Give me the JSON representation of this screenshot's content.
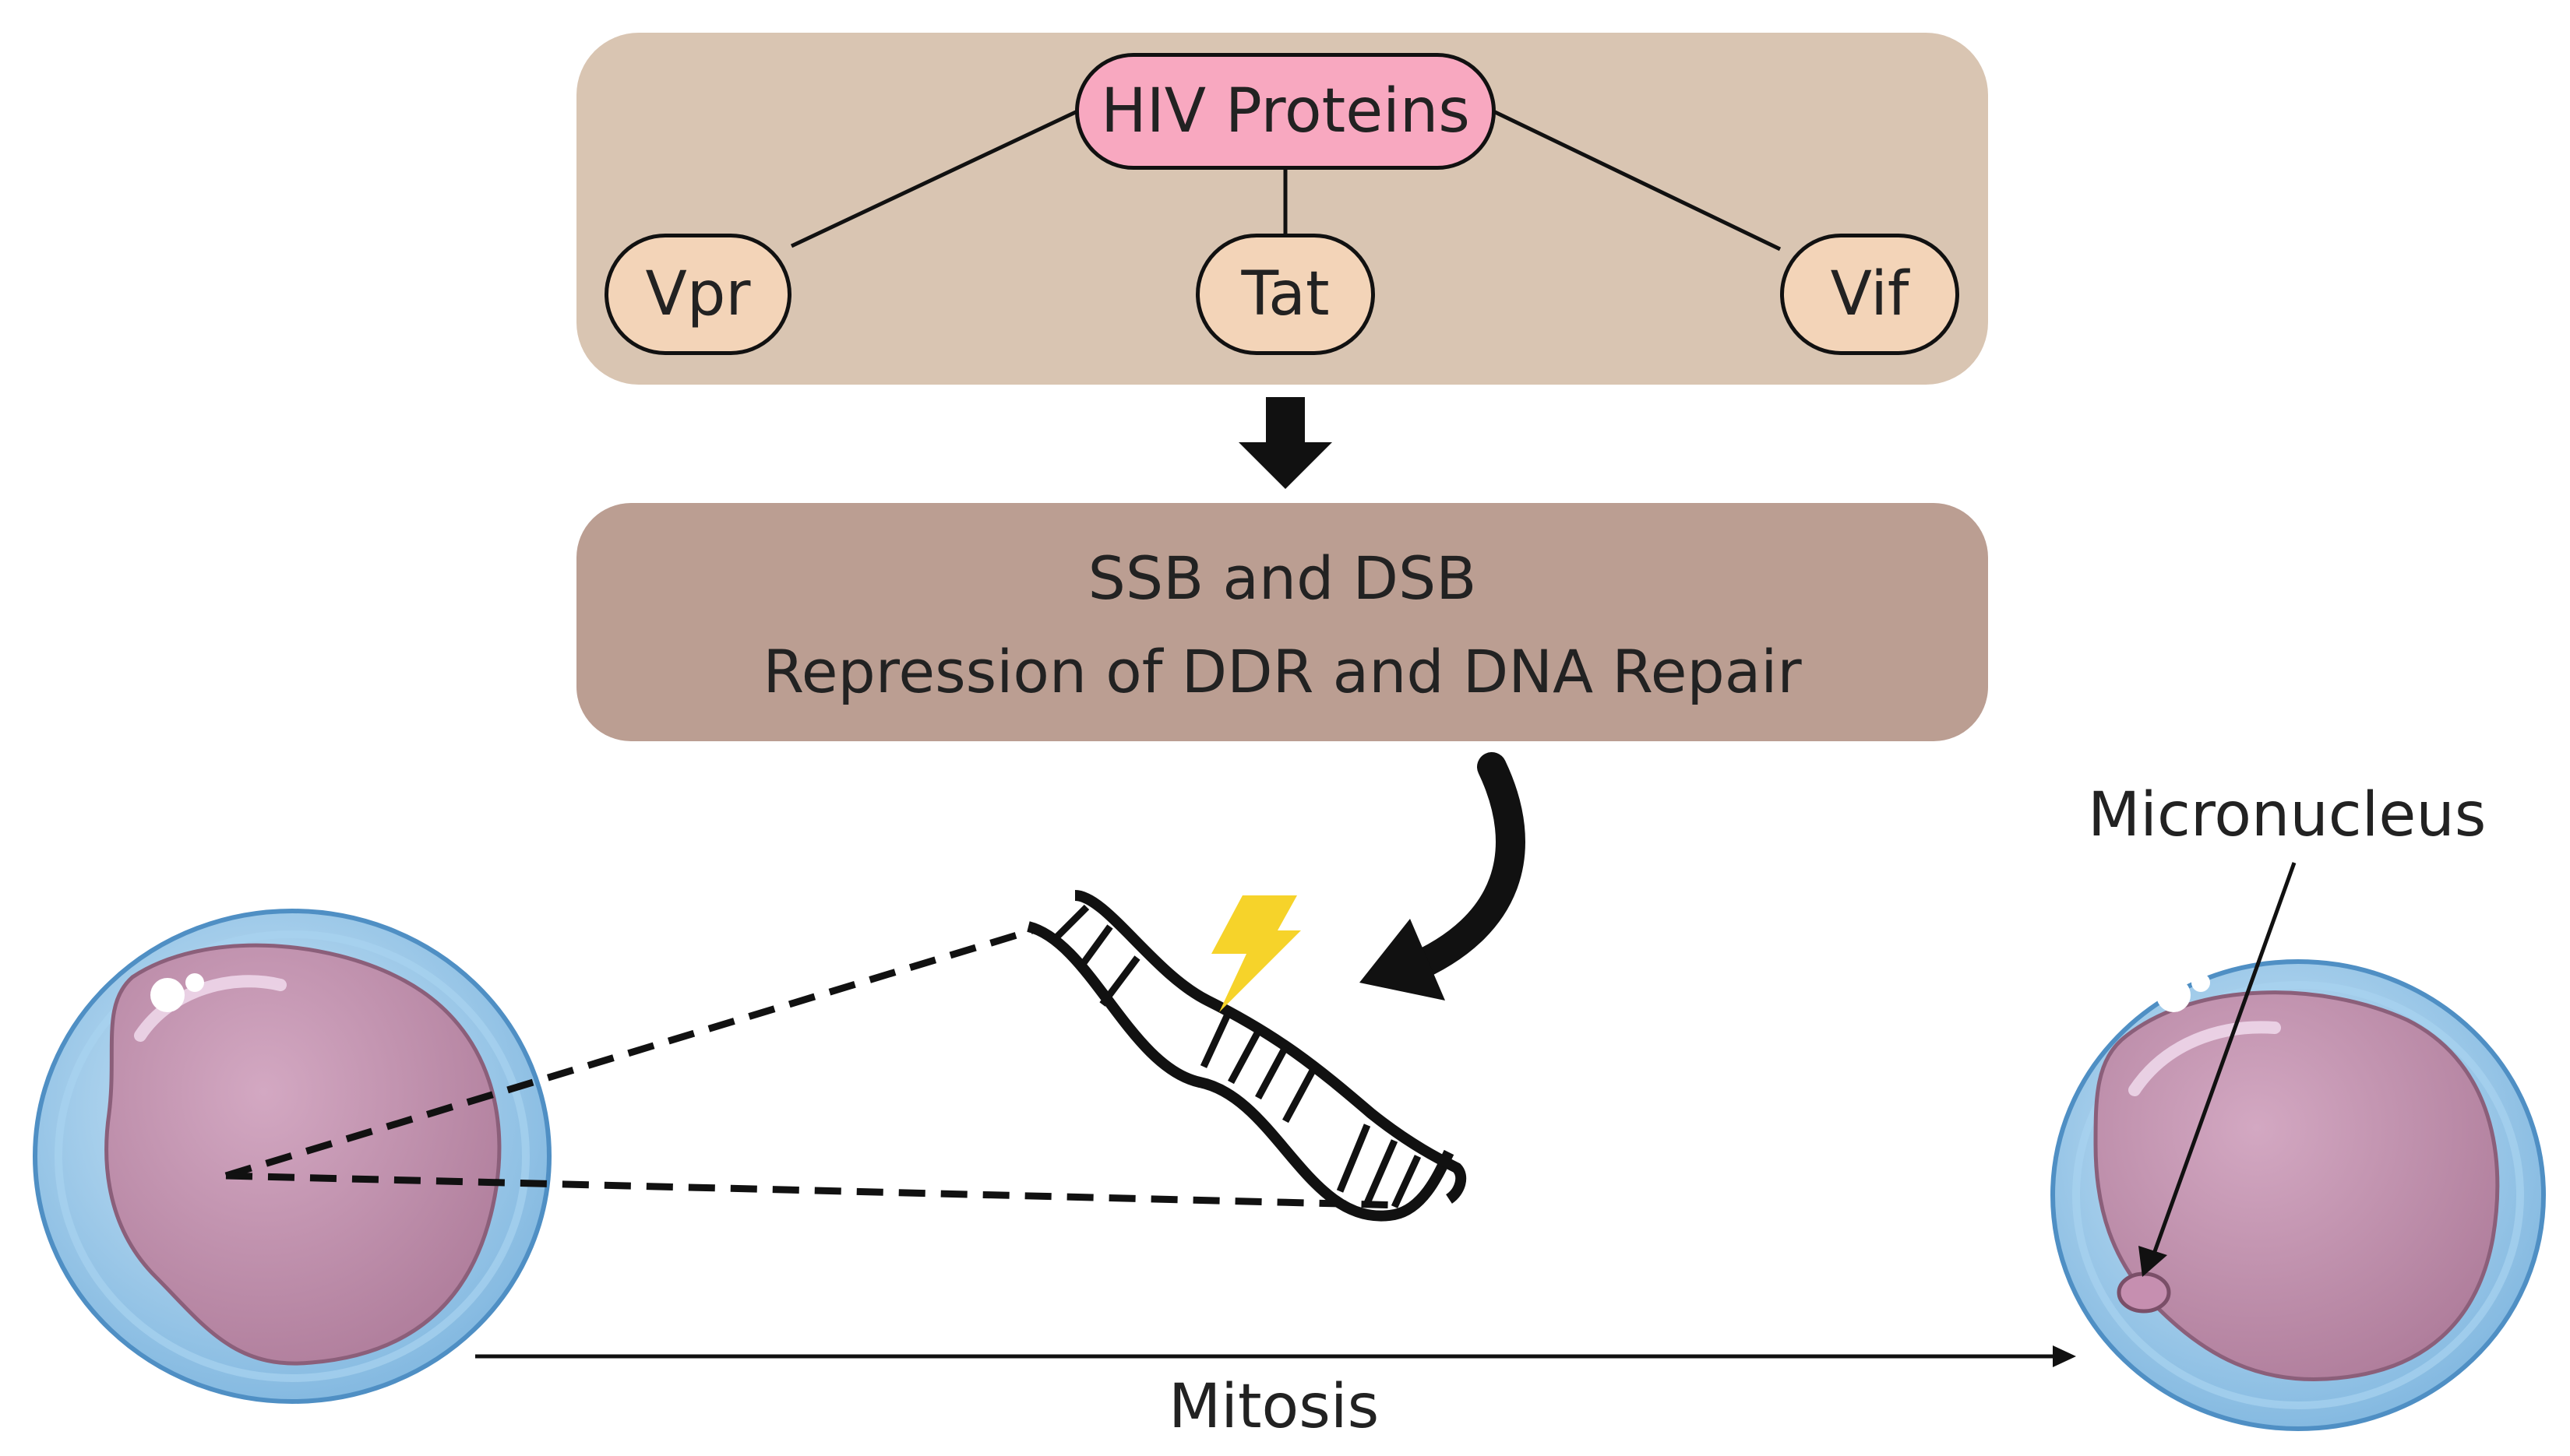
{
  "diagram": {
    "top": {
      "root_label": "HIV Proteins",
      "children": [
        "Vpr",
        "Tat",
        "Vif"
      ]
    },
    "middle": {
      "line1": "SSB and DSB",
      "line2": "Repression of DDR and DNA Repair"
    },
    "annotations": {
      "micronucleus": "Micronucleus",
      "mitosis": "Mitosis"
    },
    "colors": {
      "top_panel": "#d9c5b2",
      "root_node": "#f8a8c0",
      "child_node": "#f3d4b8",
      "middle_panel": "#bb9e92",
      "nucleus": "#c99bb6",
      "cell_membrane": "#8cc3e6",
      "lightning": "#f6d32a"
    }
  }
}
